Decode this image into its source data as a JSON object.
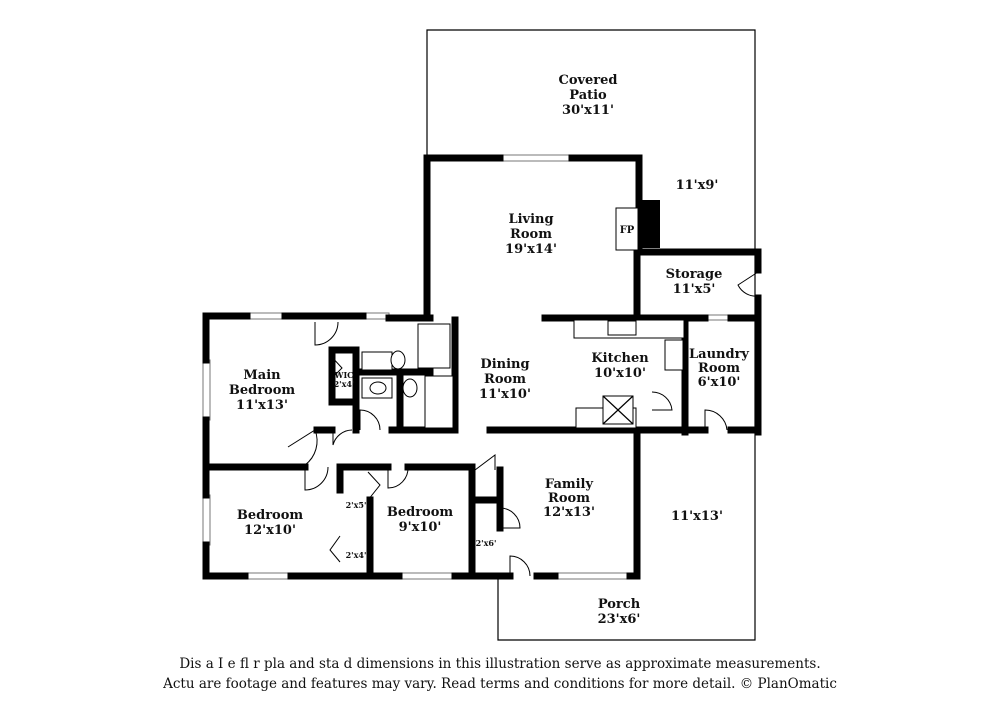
{
  "rooms": {
    "covered_patio": {
      "name_line1": "Covered",
      "name_line2": "Patio",
      "dims": "30'x11'"
    },
    "patio_side": {
      "dims": "11'x9'"
    },
    "living_room": {
      "name_line1": "Living",
      "name_line2": "Room",
      "dims": "19'x14'"
    },
    "fireplace": {
      "label": "FP"
    },
    "storage": {
      "name": "Storage",
      "dims": "11'x5'"
    },
    "main_bedroom": {
      "name_line1": "Main",
      "name_line2": "Bedroom",
      "dims": "11'x13'"
    },
    "wic": {
      "name": "WIC",
      "dims": "2'x4'"
    },
    "dining_room": {
      "name_line1": "Dining",
      "name_line2": "Room",
      "dims": "11'x10'"
    },
    "kitchen": {
      "name": "Kitchen",
      "dims": "10'x10'"
    },
    "laundry_room": {
      "name_line1": "Laundry",
      "name_line2": "Room",
      "dims": "6'x10'"
    },
    "bedroom_1": {
      "name": "Bedroom",
      "dims": "12'x10'"
    },
    "bedroom_2": {
      "name": "Bedroom",
      "dims": "9'x10'"
    },
    "closet_1": {
      "dims": "2'x5'"
    },
    "closet_2": {
      "dims": "2'x4'"
    },
    "closet_3": {
      "dims": "2'x6'"
    },
    "family_room": {
      "name_line1": "Family",
      "name_line2": "Room",
      "dims": "12'x13'"
    },
    "side_yard": {
      "dims": "11'x13'"
    },
    "porch": {
      "name": "Porch",
      "dims": "23'x6'"
    }
  },
  "disclaimer": {
    "line1": "Dis     a       I   e fl   r pla  and sta  d dimensions in this illustration serve as approximate measurements.",
    "line2": "Actu     are footage and features may vary. Read terms and conditions for more detail. © PlanOmatic"
  }
}
